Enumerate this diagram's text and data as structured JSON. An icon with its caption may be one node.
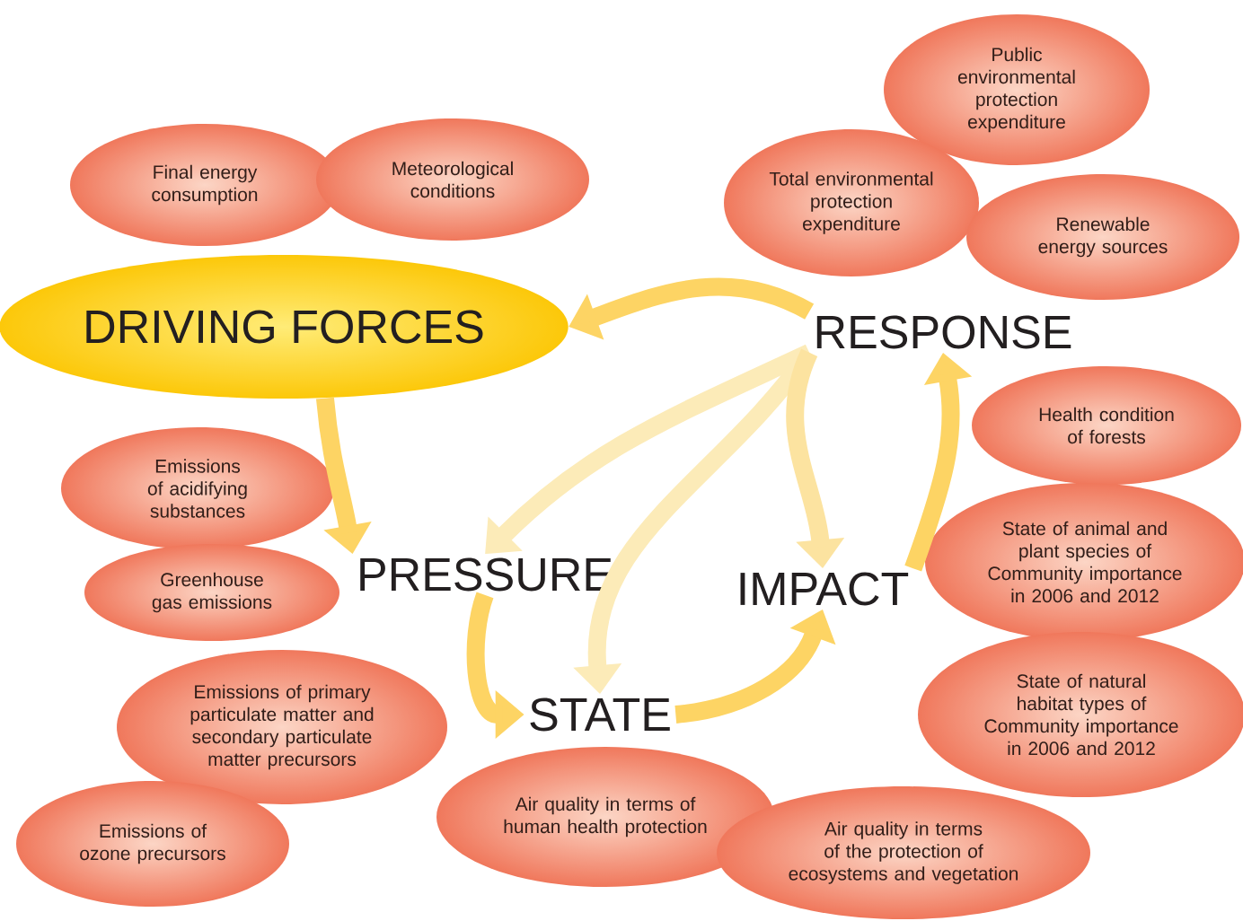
{
  "diagram": {
    "nodes": [
      {
        "text": [
          "DRIVING FORCES"
        ]
      },
      {
        "text": [
          "PRESSURE"
        ]
      },
      {
        "text": [
          "STATE"
        ]
      },
      {
        "text": [
          "IMPACT"
        ]
      },
      {
        "text": [
          "RESPONSE"
        ]
      },
      {
        "text": [
          "Final energy consumption"
        ]
      },
      {
        "text": [
          "Meteorological conditions"
        ]
      },
      {
        "text": [
          "Public environmental protection expenditure"
        ]
      },
      {
        "text": [
          "Total environmental protection expenditure"
        ]
      },
      {
        "text": [
          "Renewable energy sources"
        ]
      },
      {
        "text": [
          "Health condition of forests"
        ]
      },
      {
        "text": [
          "State of animal and plant species of Community importance in 2006 and 2012"
        ]
      },
      {
        "text": [
          "State of natural habitat types of Community importance in 2006 and 2012"
        ]
      },
      {
        "text": [
          "Emissions of acidifying substances"
        ]
      },
      {
        "text": [
          "Greenhouse gas emissions"
        ]
      },
      {
        "text": [
          "Emissions of primary particulate matter and secondary particulate matter precursors"
        ]
      },
      {
        "text": [
          "Emissions of ozone precursors"
        ]
      },
      {
        "text": [
          "Air quality in terms of human health protection"
        ]
      },
      {
        "text": [
          "Air quality in terms of the protection of ecosystems and vegetation"
        ]
      }
    ],
    "edges": [
      {
        "from": 4,
        "to": 1,
        "arrow": "to",
        "color": "#fcebb8"
      },
      {
        "from": 4,
        "to": 2,
        "arrow": "to",
        "color": "#fcebb8"
      },
      {
        "from": 4,
        "to": 0,
        "arrow": "to"
      },
      {
        "from": 0,
        "to": 1,
        "arrow": "to"
      },
      {
        "from": 1,
        "to": 2,
        "arrow": "to"
      },
      {
        "from": 2,
        "to": 3,
        "arrow": "to"
      },
      {
        "from": 4,
        "to": 3,
        "arrow": "to",
        "color": "#fce3a0"
      },
      {
        "from": 3,
        "to": 4,
        "arrow": "to"
      }
    ]
  }
}
